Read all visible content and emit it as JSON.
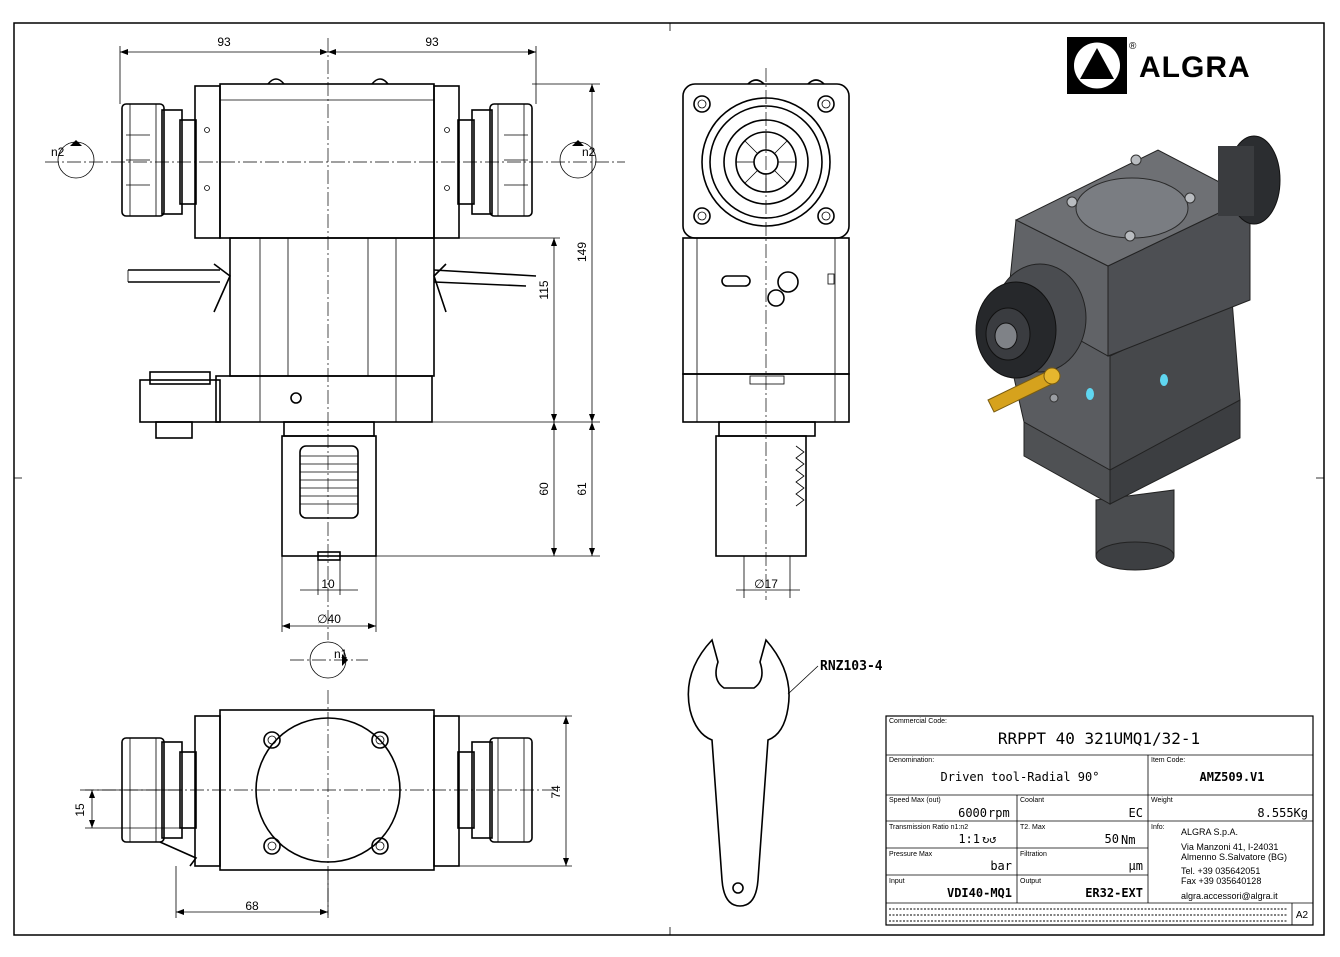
{
  "brand": {
    "name": "ALGRA",
    "registered": "®"
  },
  "dimensions": {
    "top_left_width": "93",
    "top_right_width": "93",
    "rotation_left": "n2",
    "rotation_right": "n2",
    "height_149": "149",
    "height_115": "115",
    "height_60": "60",
    "height_61": "61",
    "shank_offset": "10",
    "shank_diameter": "∅40",
    "side_diameter": "∅17",
    "rotation_bottom": "n1",
    "plan_offset": "15",
    "plan_height": "74",
    "plan_width": "68"
  },
  "wrench_label": "RNZ103-4",
  "title_block": {
    "commercial_code_label": "Commercial Code:",
    "commercial_code": "RRPPT 40 321UMQ1/32-1",
    "denomination_label": "Denomination:",
    "denomination": "Driven tool-Radial 90°",
    "item_code_label": "Item Code:",
    "item_code": "AMZ509.V1",
    "speed_label": "Speed Max (out)",
    "speed_value": "6000",
    "speed_unit": "rpm",
    "coolant_label": "Coolant",
    "coolant_value": "EC",
    "weight_label": "Weight",
    "weight_value": "8.555Kg",
    "ratio_label": "Transmission Ratio n1:n2",
    "ratio_value": "1:1",
    "ratio_symbol": "↻↺",
    "torque_label": "T2. Max",
    "torque_value": "50",
    "torque_unit": "Nm",
    "info_label": "Info:",
    "company": "ALGRA S.p.A.",
    "address1": "Via Manzoni 41, I-24031",
    "address2": "Almenno S.Salvatore (BG)",
    "phone": "Tel. +39 035642051",
    "fax": "Fax +39 035640128",
    "email": "algra.accessori@algra.it",
    "pressure_label": "Pressure Max",
    "pressure_unit": "bar",
    "filtration_label": "Filtration",
    "filtration_unit": "µm",
    "input_label": "Input",
    "input_value": "VDI40-MQ1",
    "output_label": "Output",
    "output_value": "ER32-EXT",
    "sheet_size": "A2"
  }
}
